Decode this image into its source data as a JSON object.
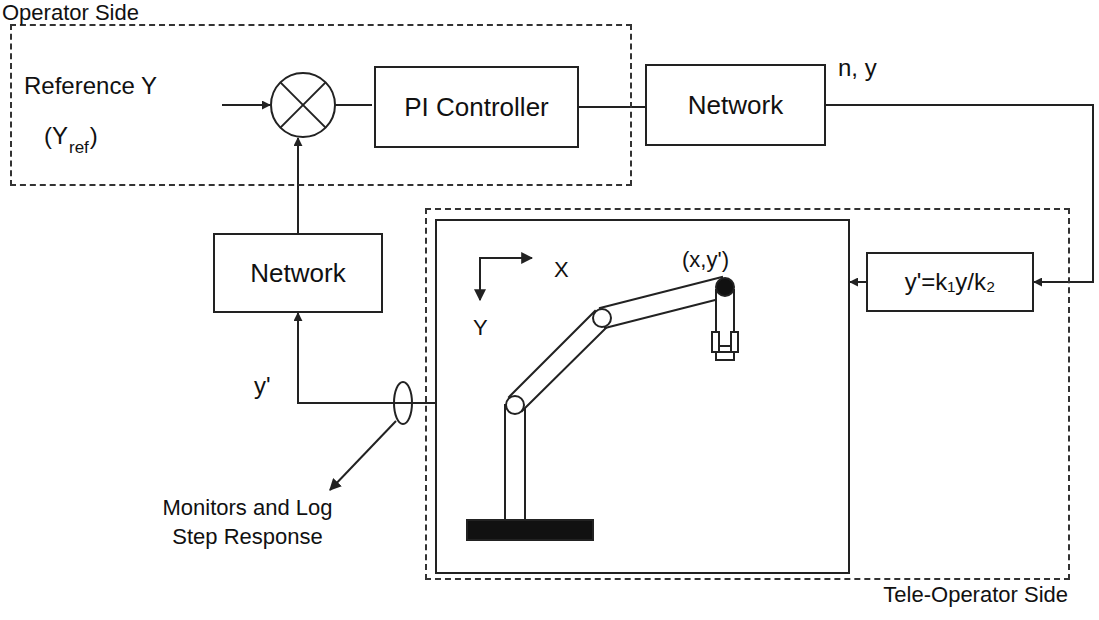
{
  "diagram": {
    "nodes": [
      {
        "text": [
          "Operator Side"
        ]
      },
      {
        "text": [
          "PI Controller"
        ],
        "in": 0
      },
      {
        "text": [
          "Network"
        ]
      },
      {
        "text": [
          "Network"
        ]
      },
      {
        "text": [
          "Tele-Operator Side"
        ]
      },
      {
        "text": [
          "X",
          "Y",
          "(x,y')"
        ],
        "in": 4
      },
      {
        "text": [
          "y'=k₁y/k₂"
        ],
        "in": 4
      }
    ],
    "edges": [
      {
        "from": 1,
        "to": 2,
        "arrow": "none"
      },
      {
        "from": 2,
        "to": 6,
        "arrow": "to",
        "label": "n, y"
      },
      {
        "from": 6,
        "to": 5,
        "arrow": "to"
      },
      {
        "from": 5,
        "to": 3,
        "arrow": "to",
        "label": "y'"
      }
    ],
    "labels": [
      "Reference Y",
      "(Y",
      "ref",
      ")",
      "Monitors and Log Step Response"
    ]
  }
}
